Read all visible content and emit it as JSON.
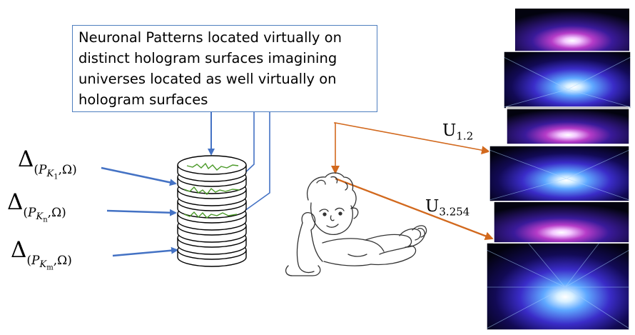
{
  "callout": {
    "text": "Neuronal Patterns located virtually on distinct hologram surfaces imagining universes located as well virtually on hologram surfaces"
  },
  "deltas": [
    {
      "symbol": "Δ",
      "sub_base": "K",
      "sub_index": "1",
      "omega": "Ω"
    },
    {
      "symbol": "Δ",
      "sub_base": "K",
      "sub_index": "n",
      "omega": "Ω"
    },
    {
      "symbol": "Δ",
      "sub_base": "K",
      "sub_index": "m",
      "omega": "Ω"
    }
  ],
  "universe_labels": [
    {
      "name": "U",
      "index": "1.2"
    },
    {
      "name": "U",
      "index": "3.254"
    }
  ],
  "colors": {
    "callout_border": "#4f7fbf",
    "blue_arrow": "#4472c4",
    "orange_arrow": "#d2691e",
    "pattern_line": "#4c9a2a"
  },
  "icons": [
    "hologram-disk-stack",
    "dreaming-boy-sketch",
    "cosmic-starburst-image"
  ]
}
